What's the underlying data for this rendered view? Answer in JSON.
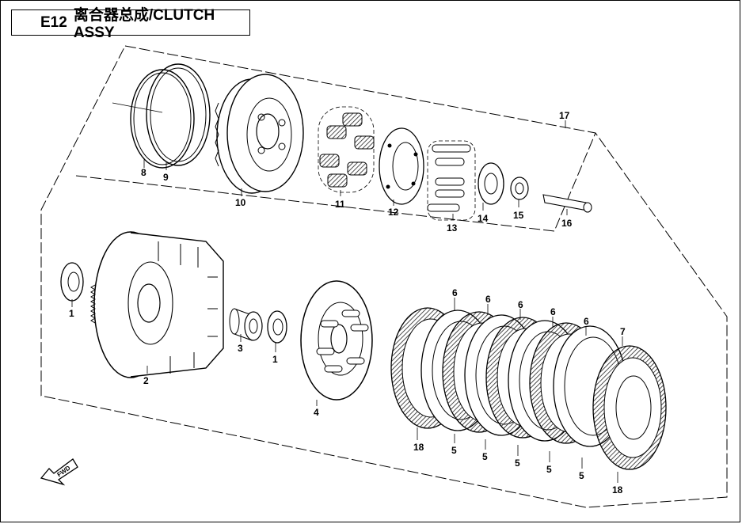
{
  "title": {
    "code": "E12",
    "text": "离合器总成/CLUTCH ASSY"
  },
  "callouts": {
    "c1a": "1",
    "c1b": "1",
    "c2": "2",
    "c3": "3",
    "c4": "4",
    "c5a": "5",
    "c5b": "5",
    "c5c": "5",
    "c5d": "5",
    "c5e": "5",
    "c6a": "6",
    "c6b": "6",
    "c6c": "6",
    "c6d": "6",
    "c6e": "6",
    "c7": "7",
    "c8": "8",
    "c9": "9",
    "c10": "10",
    "c11": "11",
    "c12": "12",
    "c13": "13",
    "c14": "14",
    "c15": "15",
    "c16": "16",
    "c17": "17",
    "c18a": "18",
    "c18b": "18"
  },
  "fwd_label": "FWD"
}
